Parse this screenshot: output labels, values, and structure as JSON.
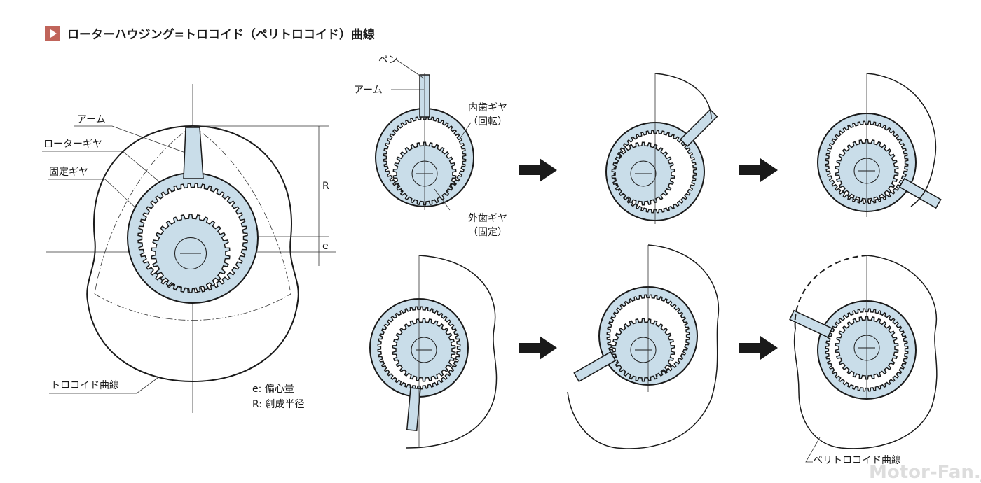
{
  "title": "ローターハウジング=トロコイド（ペリトロコイド）曲線",
  "left_diagram": {
    "arm": "アーム",
    "rotor_gear": "ローターギヤ",
    "fixed_gear": "固定ギヤ",
    "R": "R",
    "e": "e",
    "trochoid_curve": "トロコイド曲線",
    "legend_e": "e: 偏心量",
    "legend_R": "R: 創成半径"
  },
  "sequence": {
    "pen": "ペン",
    "arm": "アーム",
    "internal_gear": "内歯ギヤ",
    "internal_gear_note": "（回転）",
    "external_gear": "外歯ギヤ",
    "external_gear_note": "（固定）",
    "peritrochoid_curve": "ペリトロコイド曲線"
  },
  "watermark": "Motor-Fan.jp",
  "colors": {
    "accent": "#c0645a",
    "gear_fill": "#c9dde9",
    "line": "#1a1a1a"
  }
}
